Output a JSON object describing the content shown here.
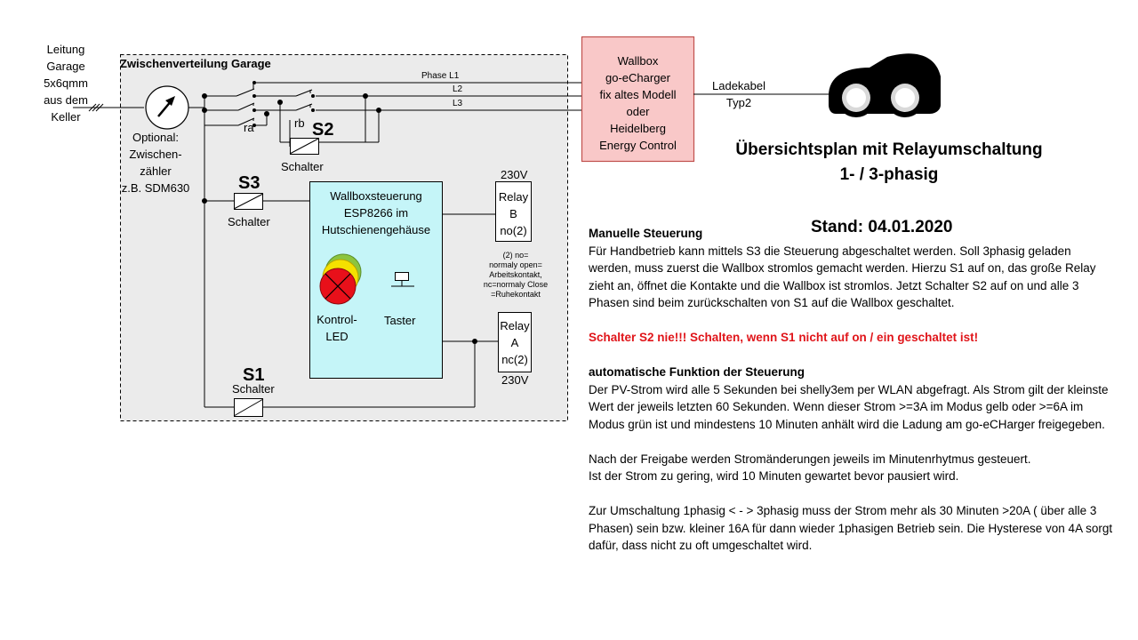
{
  "source": {
    "lines": [
      "Leitung",
      "Garage",
      "5x6qmm",
      "aus dem",
      "Keller"
    ]
  },
  "distribution_box": {
    "label": "Zwischenverteilung Garage"
  },
  "phases": {
    "l1": "Phase L1",
    "l2": "L2",
    "l3": "L3"
  },
  "contacts": {
    "ra": "ra",
    "rb": "rb"
  },
  "meter": {
    "lines": [
      "Optional:",
      "Zwischen-",
      "zähler",
      "z.B. SDM630"
    ]
  },
  "switches": {
    "s2": {
      "name": "S2",
      "label": "Schalter"
    },
    "s3": {
      "name": "S3",
      "label": "Schalter"
    },
    "s1": {
      "name": "S1",
      "label": "Schalter"
    }
  },
  "controller": {
    "lines": [
      "Wallboxsteuerung",
      "ESP8266 im",
      "Hutschienengehäuse"
    ],
    "led_label": [
      "Kontrol-",
      "LED"
    ],
    "button_label": "Taster"
  },
  "relay_b": {
    "voltage": "230V",
    "lines": [
      "Relay",
      "B",
      "no(2)"
    ]
  },
  "relay_a": {
    "voltage": "230V",
    "lines": [
      "Relay",
      "A",
      "nc(2)"
    ]
  },
  "relay_note": [
    "(2) no=",
    "normaly open=",
    "Arbeitskontakt,",
    "nc=normaly Close",
    "=Ruhekontakt"
  ],
  "wallbox": {
    "lines": [
      "Wallbox",
      "go-eCharger",
      "fix altes Modell",
      "oder",
      "Heidelberg",
      "Energy Control"
    ]
  },
  "cable": {
    "lines": [
      "Ladekabel",
      "Typ2"
    ]
  },
  "title": {
    "line1": "Übersichtsplan mit Relayumschaltung",
    "line2": "1- / 3-phasig",
    "date": "Stand: 04.01.2020"
  },
  "text": {
    "manual_heading": "Manuelle Steuerung",
    "manual_body": "Für Handbetrieb kann mittels S3 die Steuerung abgeschaltet werden. Soll 3phasig geladen werden, muss zuerst die Wallbox stromlos gemacht werden. Hierzu S1 auf on, das große Relay zieht an, öffnet die Kontakte und die Wallbox ist stromlos. Jetzt Schalter S2 auf on und alle 3 Phasen sind beim zurückschalten von S1 auf die Wallbox geschaltet.",
    "warning": "Schalter S2 nie!!! Schalten, wenn S1 nicht auf on / ein geschaltet ist!",
    "auto_heading": "automatische Funktion der Steuerung",
    "auto_body": "Der PV-Strom wird alle 5 Sekunden bei shelly3em per WLAN abgefragt. Als Strom gilt der kleinste Wert der jeweils letzten 60 Sekunden. Wenn dieser Strom >=3A im Modus gelb oder >=6A im Modus grün ist und mindestens 10 Minuten anhält wird die Ladung am go-eCHarger freigegeben.",
    "release_1": "Nach der Freigabe werden Stromänderungen jeweils im Minutenrhytmus gesteuert.",
    "release_2": "Ist der Strom zu gering, wird 10 Minuten gewartet bevor pausiert wird.",
    "switch_body": "Zur Umschaltung 1phasig < - > 3phasig muss der Strom mehr als 30 Minuten >20A ( über alle 3 Phasen) sein bzw. kleiner 16A für dann wieder 1phasigen Betrieb sein. Die Hysterese von 4A sorgt dafür, dass nicht zu oft umgeschaltet wird."
  },
  "colors": {
    "distribution_fill": "#ebebeb",
    "wallbox_fill": "#f9c8c8",
    "wallbox_border": "#c0504d",
    "controller_fill": "#c5f5f8",
    "led_green": "#8cc43f",
    "led_yellow": "#f5e100",
    "led_red": "#e8101a",
    "warning_text": "#e0151a"
  },
  "icons": {
    "meter": "meter-gauge-icon",
    "car": "car-icon",
    "led": "led-icon",
    "button": "push-button-icon"
  }
}
